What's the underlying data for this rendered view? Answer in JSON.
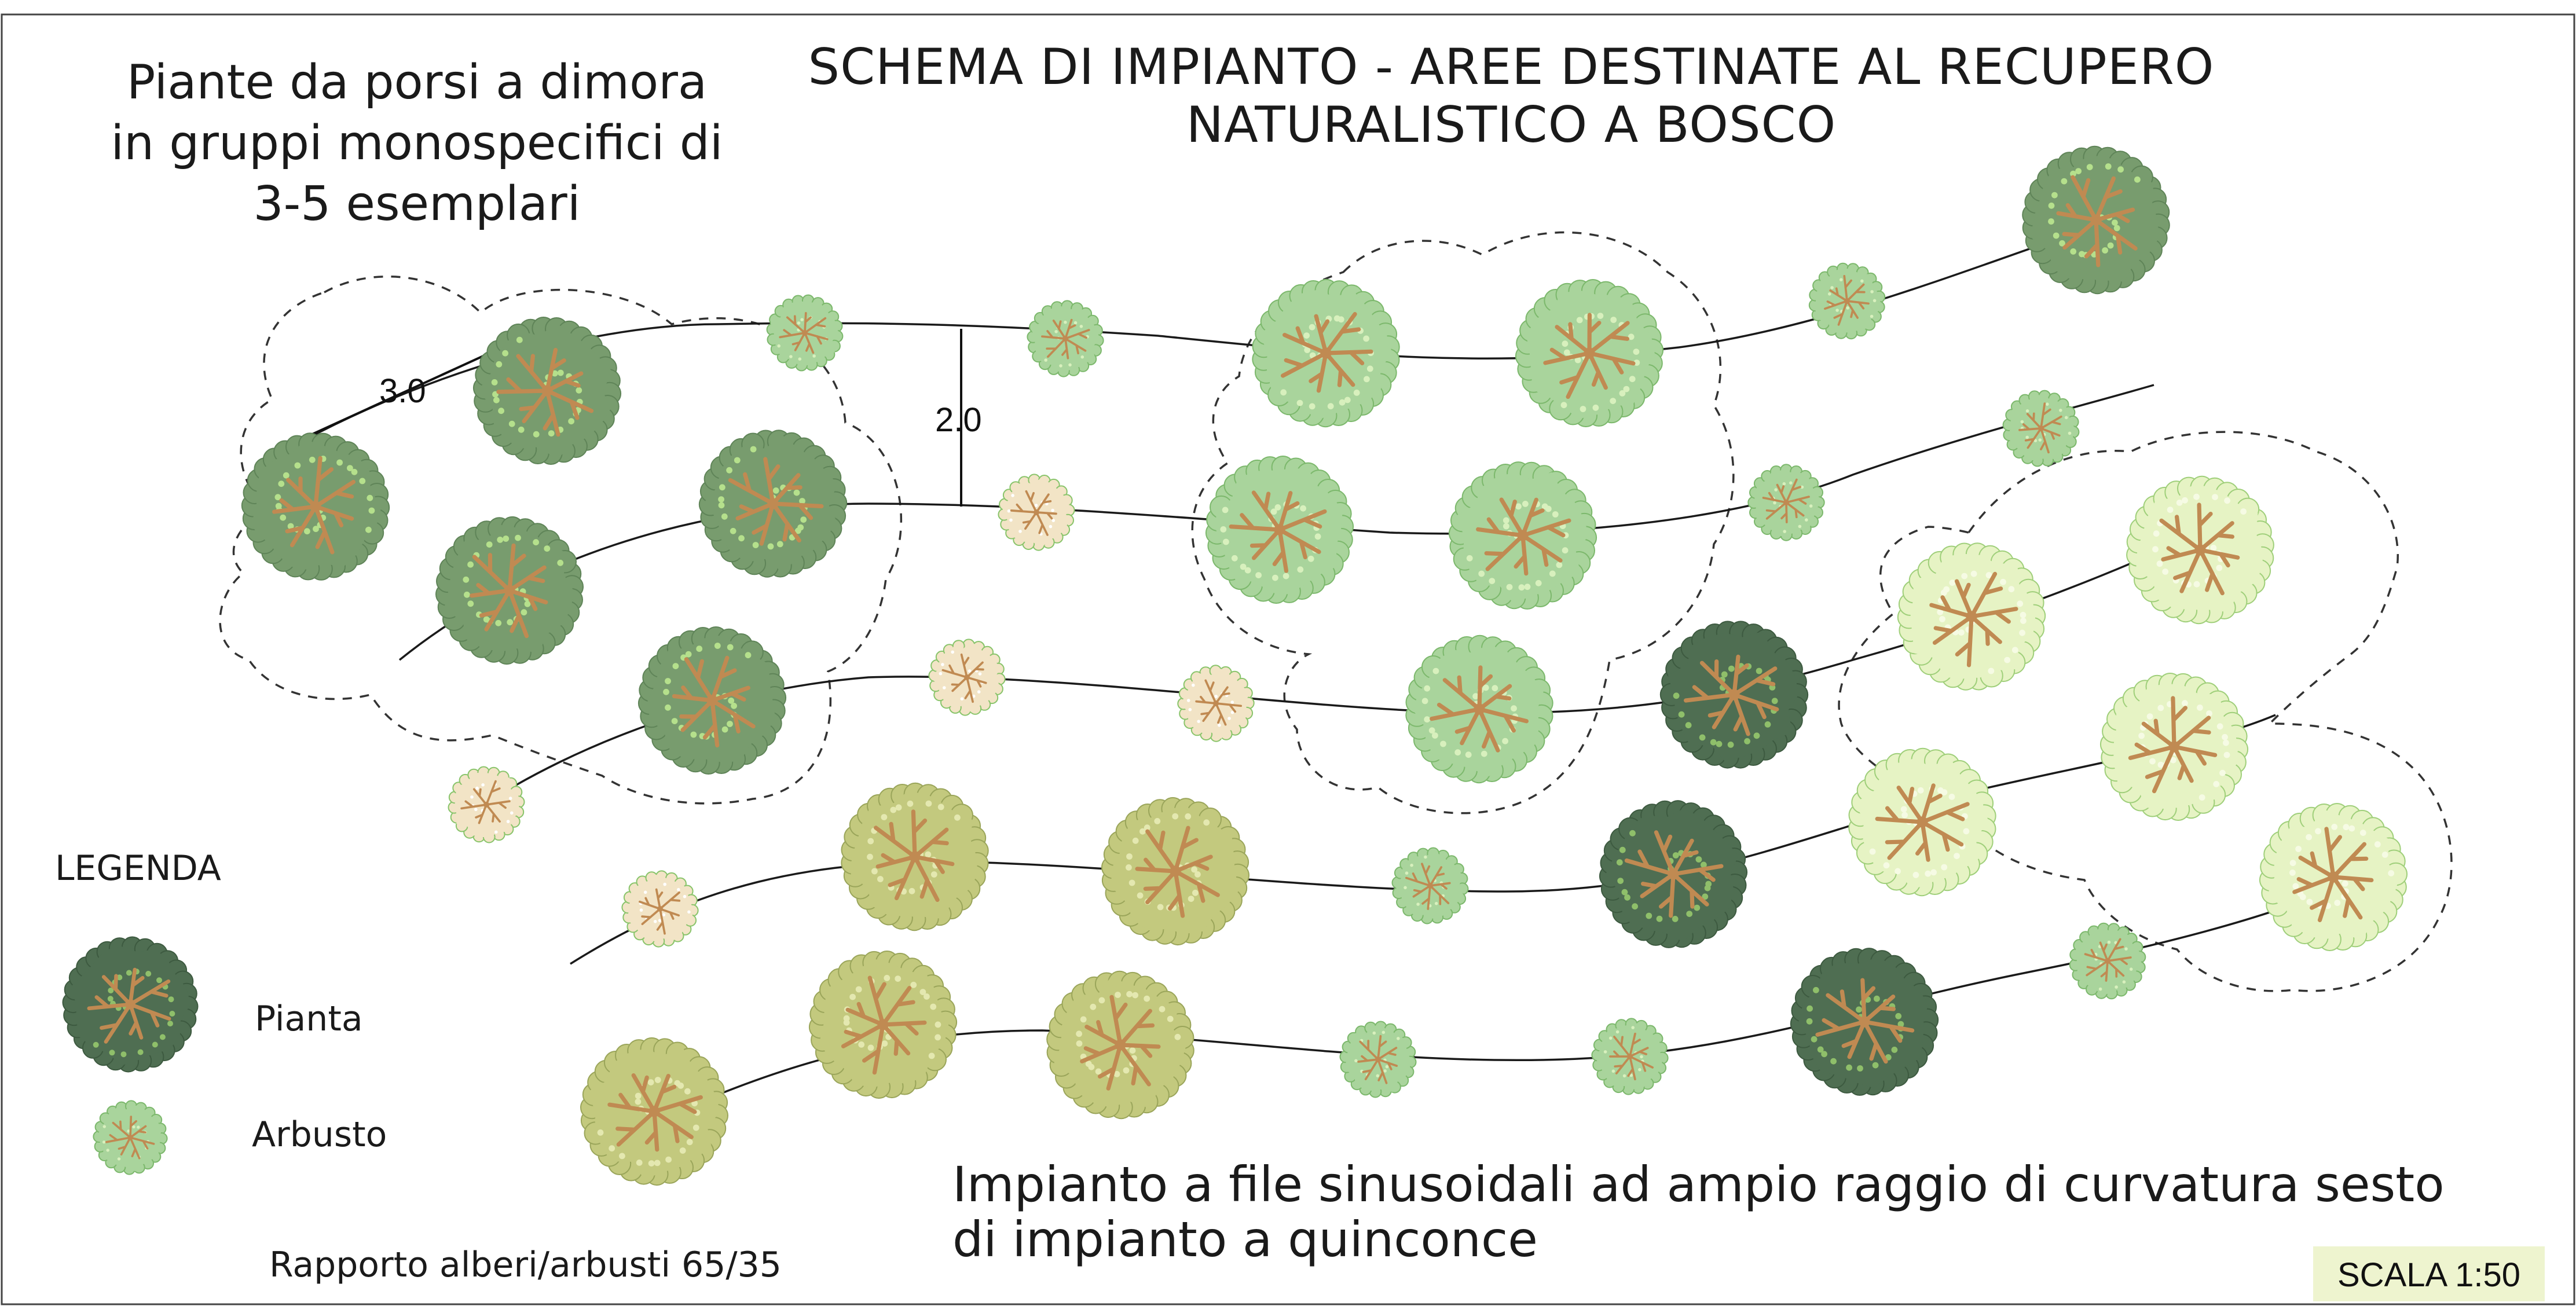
{
  "title": {
    "line1": "SCHEMA DI IMPIANTO - AREE DESTINATE AL RECUPERO",
    "line2": "NATURALISTICO A BOSCO"
  },
  "group_note": {
    "line1": "Piante da porsi a dimora",
    "line2": "in gruppi monospecifici di",
    "line3": "3-5 esemplari"
  },
  "dimensions": {
    "tree_spacing": "3.0",
    "row_spacing": "2.0"
  },
  "legend": {
    "heading": "LEGENDA",
    "items": [
      {
        "label": "Pianta",
        "symbol": "tree-icon"
      },
      {
        "label": "Arbusto",
        "symbol": "shrub-icon"
      }
    ]
  },
  "description": {
    "line1": "Impianto a file sinusoidali ad ampio raggio di curvatura sesto",
    "line2": "di impianto a quinconce"
  },
  "ratio": "Rapporto alberi/arbusti 65/35",
  "scale": "SCALA 1:50",
  "colors": {
    "dark_green": "#4f6e52",
    "mid_green": "#789c6e",
    "light_green": "#a9d49c",
    "pale_green": "#e6f3c4",
    "olive": "#c3c97e",
    "shrub_pink": "#f2e4c6",
    "branch": "#c08a52",
    "scale_box": "#eef4cf"
  }
}
